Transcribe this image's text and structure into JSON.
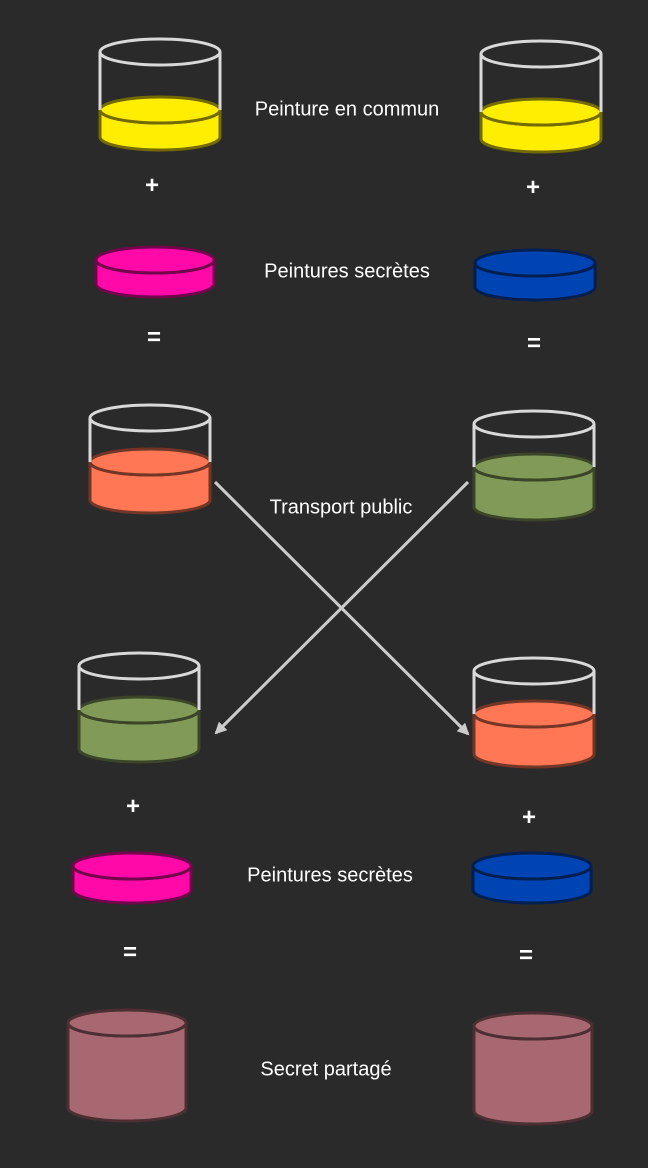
{
  "labels": {
    "common_paint": "Peinture en commun",
    "secret_paints_top": "Peintures secrètes",
    "public_transport": "Transport public",
    "secret_paints_bottom": "Peintures secrètes",
    "shared_secret": "Secret partagé"
  },
  "operators": {
    "plus": "+",
    "equals": "="
  },
  "colors": {
    "background": "#2a2a2a",
    "glass_outline": "#d9d9d9",
    "common_yellow": "#ffee00",
    "secret_left_magenta": "#ff0aa8",
    "secret_right_blue": "#0044b4",
    "mix_left_orange": "#ff7755",
    "mix_right_green": "#829a58",
    "shared_secret": "#a86872",
    "arrow": "#cccccc"
  }
}
